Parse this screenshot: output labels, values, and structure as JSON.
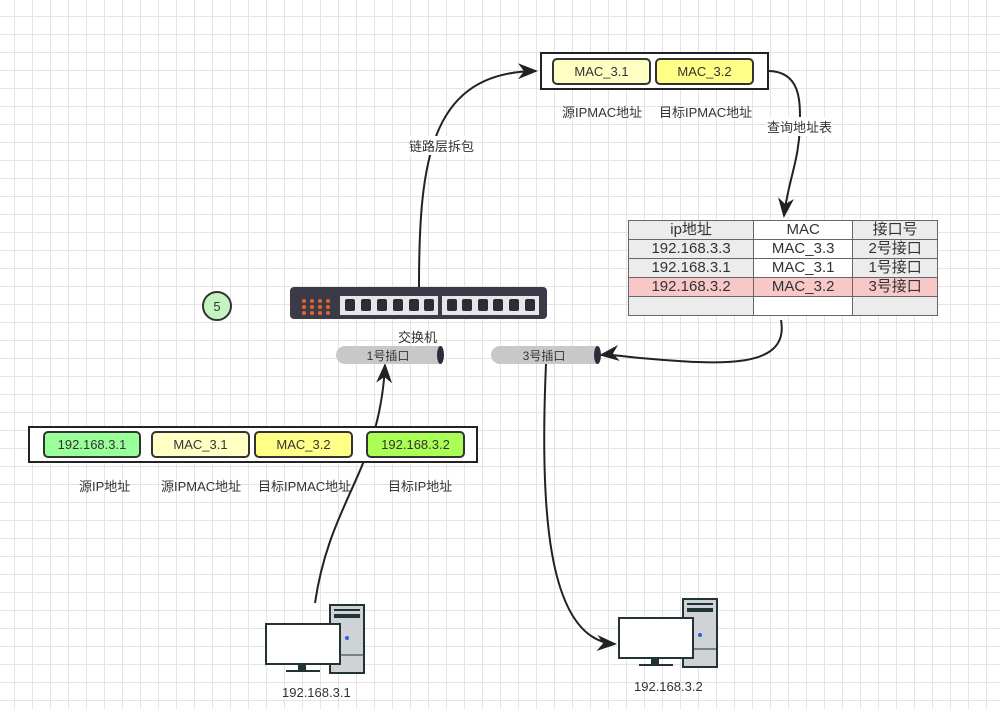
{
  "diagram": {
    "top_packet": {
      "fields": [
        {
          "value": "MAC_3.1",
          "label": "源IPMAC地址",
          "color": "#ffffc4"
        },
        {
          "value": "MAC_3.2",
          "label": "目标IPMAC地址",
          "color": "#ffff88"
        }
      ]
    },
    "bottom_packet": {
      "fields": [
        {
          "value": "192.168.3.1",
          "label": "源IP地址",
          "color": "#99ff99"
        },
        {
          "value": "MAC_3.1",
          "label": "源IPMAC地址",
          "color": "#ffffc4"
        },
        {
          "value": "MAC_3.2",
          "label": "目标IPMAC地址",
          "color": "#ffff88"
        },
        {
          "value": "192.168.3.2",
          "label": "目标IP地址",
          "color": "#aaff55"
        }
      ]
    },
    "edge_labels": {
      "unpack": "链路层拆包",
      "lookup": "查询地址表"
    },
    "address_table": {
      "headers": [
        "ip地址",
        "MAC",
        "接口号"
      ],
      "rows": [
        [
          "192.168.3.3",
          "MAC_3.3",
          "2号接口"
        ],
        [
          "192.168.3.1",
          "MAC_3.1",
          "1号接口"
        ],
        [
          "192.168.3.2",
          "MAC_3.2",
          "3号接口"
        ],
        [
          "",
          "",
          ""
        ]
      ],
      "highlight_row": 2,
      "highlight_color": "#f8c8c8"
    },
    "switch": {
      "label": "交换机"
    },
    "ports": [
      {
        "label": "1号插口"
      },
      {
        "label": "3号插口"
      }
    ],
    "step_badge": "5",
    "hosts": [
      {
        "label": "192.168.3.1"
      },
      {
        "label": "192.168.3.2"
      }
    ]
  }
}
